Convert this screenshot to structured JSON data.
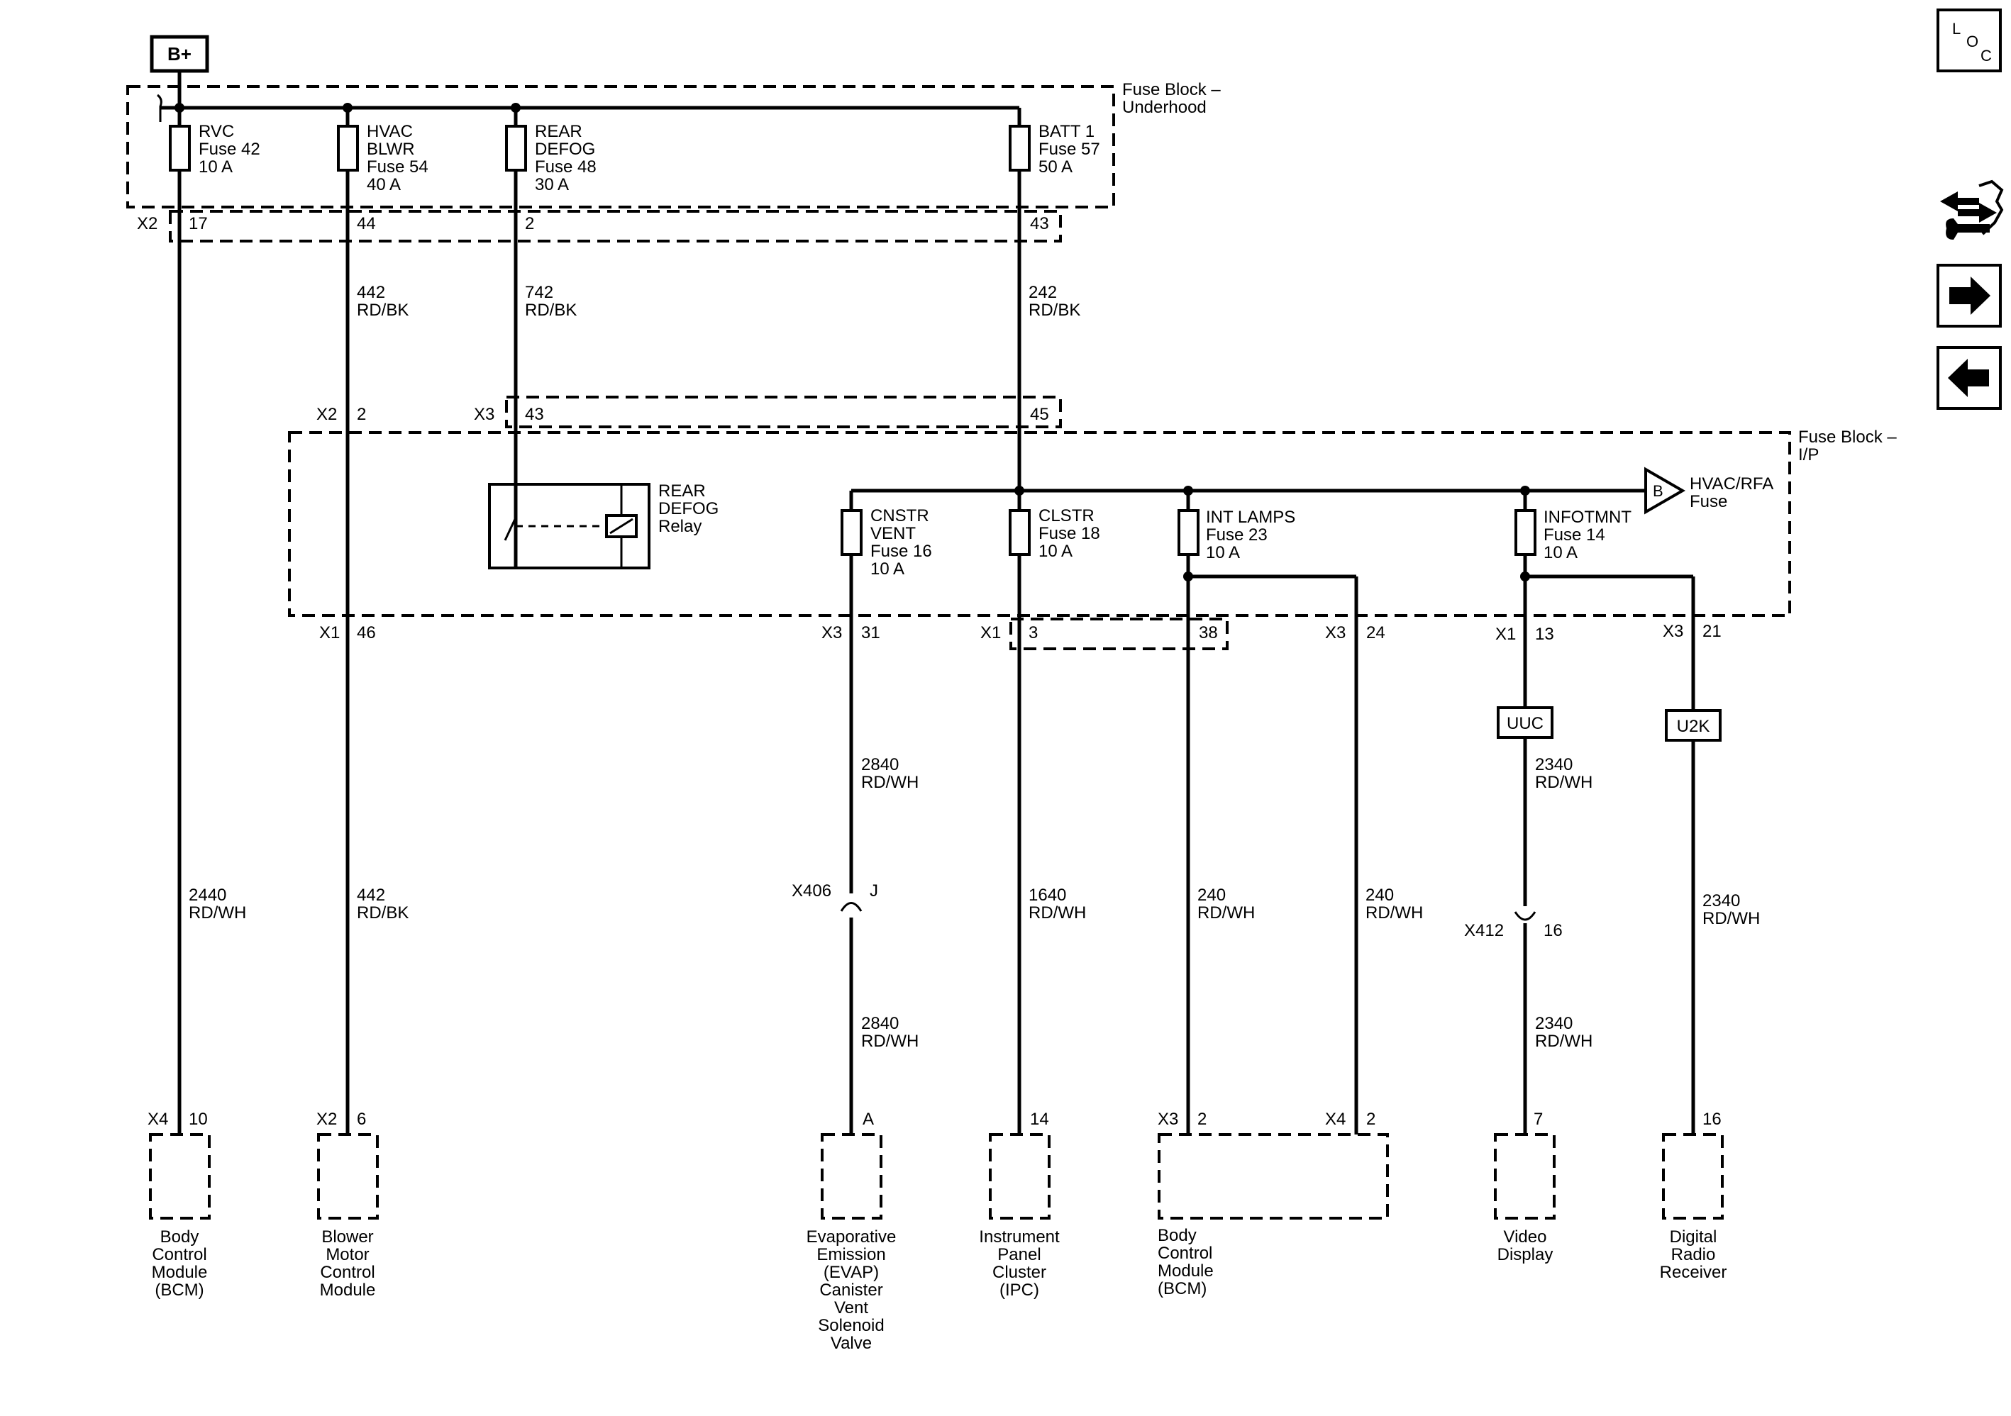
{
  "source": {
    "bplus": "B+"
  },
  "fuse_blocks": {
    "underhood": [
      "Fuse Block –",
      "Underhood"
    ],
    "ip": [
      "Fuse Block –",
      "I/P"
    ]
  },
  "fuses": {
    "rvc": [
      "RVC",
      "Fuse 42",
      "10 A"
    ],
    "hvac_blwr": [
      "HVAC",
      "BLWR",
      "Fuse 54",
      "40 A"
    ],
    "rear_defog": [
      "REAR",
      "DEFOG",
      "Fuse 48",
      "30 A"
    ],
    "batt1": [
      "BATT 1",
      "Fuse 57",
      "50 A"
    ],
    "cnstr_vent": [
      "CNSTR",
      "VENT",
      "Fuse 16",
      "10 A"
    ],
    "clstr": [
      "CLSTR",
      "Fuse 18",
      "10 A"
    ],
    "int_lamps": [
      "INT LAMPS",
      "Fuse 23",
      "10 A"
    ],
    "infotmnt": [
      "INFOTMNT",
      "Fuse 14",
      "10 A"
    ]
  },
  "relay": [
    "REAR",
    "DEFOG",
    "Relay"
  ],
  "offpage": {
    "letter": "B",
    "label": [
      "HVAC/RFA",
      "Fuse"
    ]
  },
  "connectors": {
    "x2_top": "X2",
    "pin17": "17",
    "pin44": "44",
    "pin2": "2",
    "pin43_top": "43",
    "x2_ip": "X2",
    "pin2_ip": "2",
    "x3_ip": "X3",
    "pin43_ip": "43",
    "pin45_ip": "45",
    "x1_a": "X1",
    "pin46": "46",
    "x3_a": "X3",
    "pin31": "31",
    "x1_b": "X1",
    "pin3": "3",
    "pin38": "38",
    "x3_b": "X3",
    "pin24": "24",
    "x1_c": "X1",
    "pin13": "13",
    "x3_c": "X3",
    "pin21": "21",
    "x406": "X406",
    "x406_pin": "J",
    "x412": "X412",
    "x412_pin": "16",
    "x4_bcm": "X4",
    "pin10": "10",
    "x2_bmcm": "X2",
    "pin6": "6",
    "pinA": "A",
    "pin14": "14",
    "x3_bcm2": "X3",
    "pin2_bcm2": "2",
    "x4_bcm2": "X4",
    "pin2_bcm2b": "2",
    "pin7": "7",
    "pin16": "16"
  },
  "options": {
    "uuc": "UUC",
    "u2k": "U2K"
  },
  "wires": {
    "w442_top": [
      "442",
      "RD/BK"
    ],
    "w742": [
      "742",
      "RD/BK"
    ],
    "w242": [
      "242",
      "RD/BK"
    ],
    "w2440": [
      "2440",
      "RD/WH"
    ],
    "w442_bot": [
      "442",
      "RD/BK"
    ],
    "w2840_a": [
      "2840",
      "RD/WH"
    ],
    "w2840_b": [
      "2840",
      "RD/WH"
    ],
    "w1640": [
      "1640",
      "RD/WH"
    ],
    "w240_a": [
      "240",
      "RD/WH"
    ],
    "w240_b": [
      "240",
      "RD/WH"
    ],
    "w2340_a": [
      "2340",
      "RD/WH"
    ],
    "w2340_b": [
      "2340",
      "RD/WH"
    ],
    "w2340_c": [
      "2340",
      "RD/WH"
    ]
  },
  "components": {
    "bcm1": [
      "Body",
      "Control",
      "Module",
      "(BCM)"
    ],
    "bmcm": [
      "Blower",
      "Motor",
      "Control",
      "Module"
    ],
    "evap": [
      "Evaporative",
      "Emission",
      "(EVAP)",
      "Canister",
      "Vent",
      "Solenoid",
      "Valve"
    ],
    "ipc": [
      "Instrument",
      "Panel",
      "Cluster",
      "(IPC)"
    ],
    "bcm2": [
      "Body",
      "Control",
      "Module",
      "(BCM)"
    ],
    "video": [
      "Video",
      "Display"
    ],
    "radio": [
      "Digital",
      "Radio",
      "Receiver"
    ]
  },
  "nav": {
    "loc": [
      "L",
      "O",
      "C"
    ],
    "icons": [
      "diagnostic-tool-icon",
      "arrow-right-icon",
      "arrow-left-icon"
    ]
  }
}
